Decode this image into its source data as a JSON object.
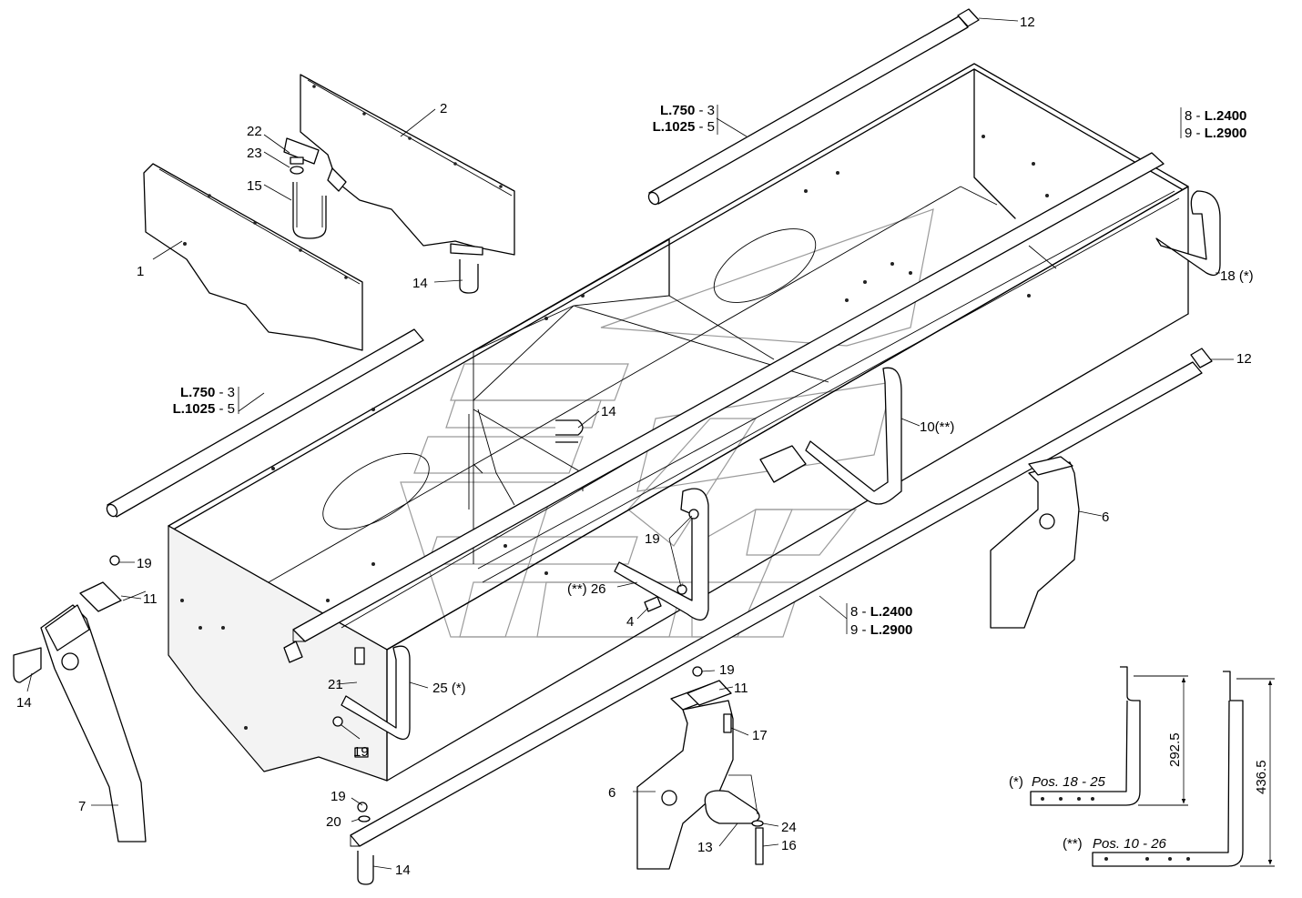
{
  "labels": {
    "p1": "1",
    "p2": "2",
    "p4": "4",
    "p6a": "6",
    "p6b": "6",
    "p7": "7",
    "p10": "10(**)",
    "p11a": "11",
    "p11b": "11",
    "p12a": "12",
    "p12b": "12",
    "p13": "13",
    "p14a": "14",
    "p14b": "14",
    "p14c": "14",
    "p14d": "14",
    "p15": "15",
    "p16": "16",
    "p17": "17",
    "p18": "18 (*)",
    "p19a": "19",
    "p19b": "19",
    "p19c": "19",
    "p19d": "19",
    "p19e": "19",
    "p20": "20",
    "p21": "21",
    "p22": "22",
    "p23": "23",
    "p24": "24",
    "p25": "25 (*)",
    "p26": "(**) 26"
  },
  "tube_lengths_left": {
    "a_len": "L.750",
    "a_item": " - 3",
    "b_len": "L.1025",
    "b_item": " - 5"
  },
  "tube_lengths_top": {
    "a_len": "L.750",
    "a_item": " - 3",
    "b_len": "L.1025",
    "b_item": " - 5"
  },
  "bar_lengths_top": {
    "a_item": "8 - ",
    "a_len": "L.2400",
    "b_item": "9 - ",
    "b_len": "L.2900"
  },
  "bar_lengths_bottom": {
    "a_item": "8 - ",
    "a_len": "L.2400",
    "b_item": "9 - ",
    "b_len": "L.2900"
  },
  "detail_star": {
    "mark": "(*)",
    "pos": "Pos. 18 - 25",
    "dimension": "292.5"
  },
  "detail_double_star": {
    "mark": "(**)",
    "pos": "Pos. 10 - 26",
    "dimension": "436.5"
  }
}
